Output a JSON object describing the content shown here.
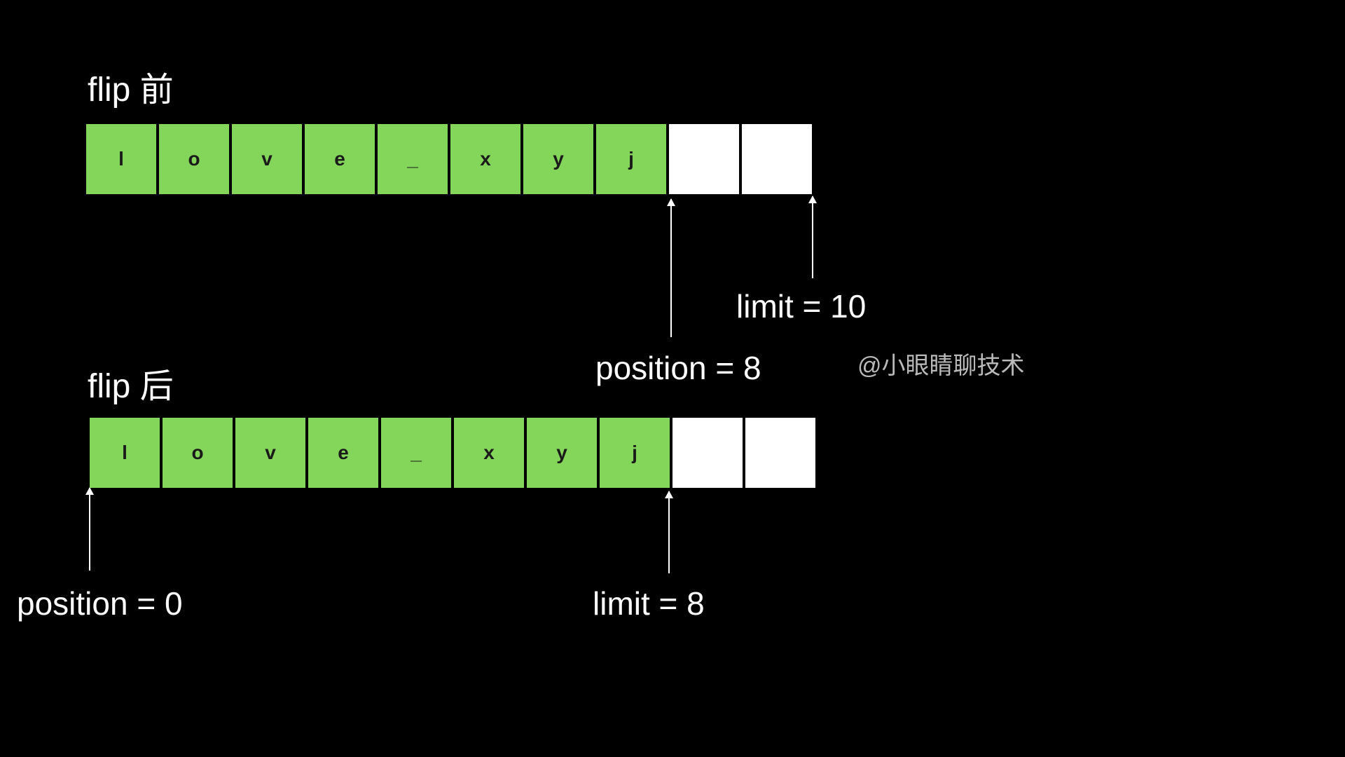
{
  "colors": {
    "background": "#000000",
    "filled_cell": "#84d65a",
    "empty_cell": "#ffffff",
    "text": "#ffffff",
    "watermark": "#b9b9b9"
  },
  "before": {
    "title": "flip 前",
    "cells": [
      "l",
      "o",
      "v",
      "e",
      "_",
      "x",
      "y",
      "j",
      "",
      ""
    ],
    "filled_count": 8,
    "position_label": "position = 8",
    "limit_label": "limit = 10",
    "position_index": 8,
    "limit_index": 10
  },
  "after": {
    "title": "flip 后",
    "cells": [
      "l",
      "o",
      "v",
      "e",
      "_",
      "x",
      "y",
      "j",
      "",
      ""
    ],
    "filled_count": 8,
    "position_label": "position = 0",
    "limit_label": "limit = 8",
    "position_index": 0,
    "limit_index": 8
  },
  "watermark": "@小眼睛聊技术"
}
